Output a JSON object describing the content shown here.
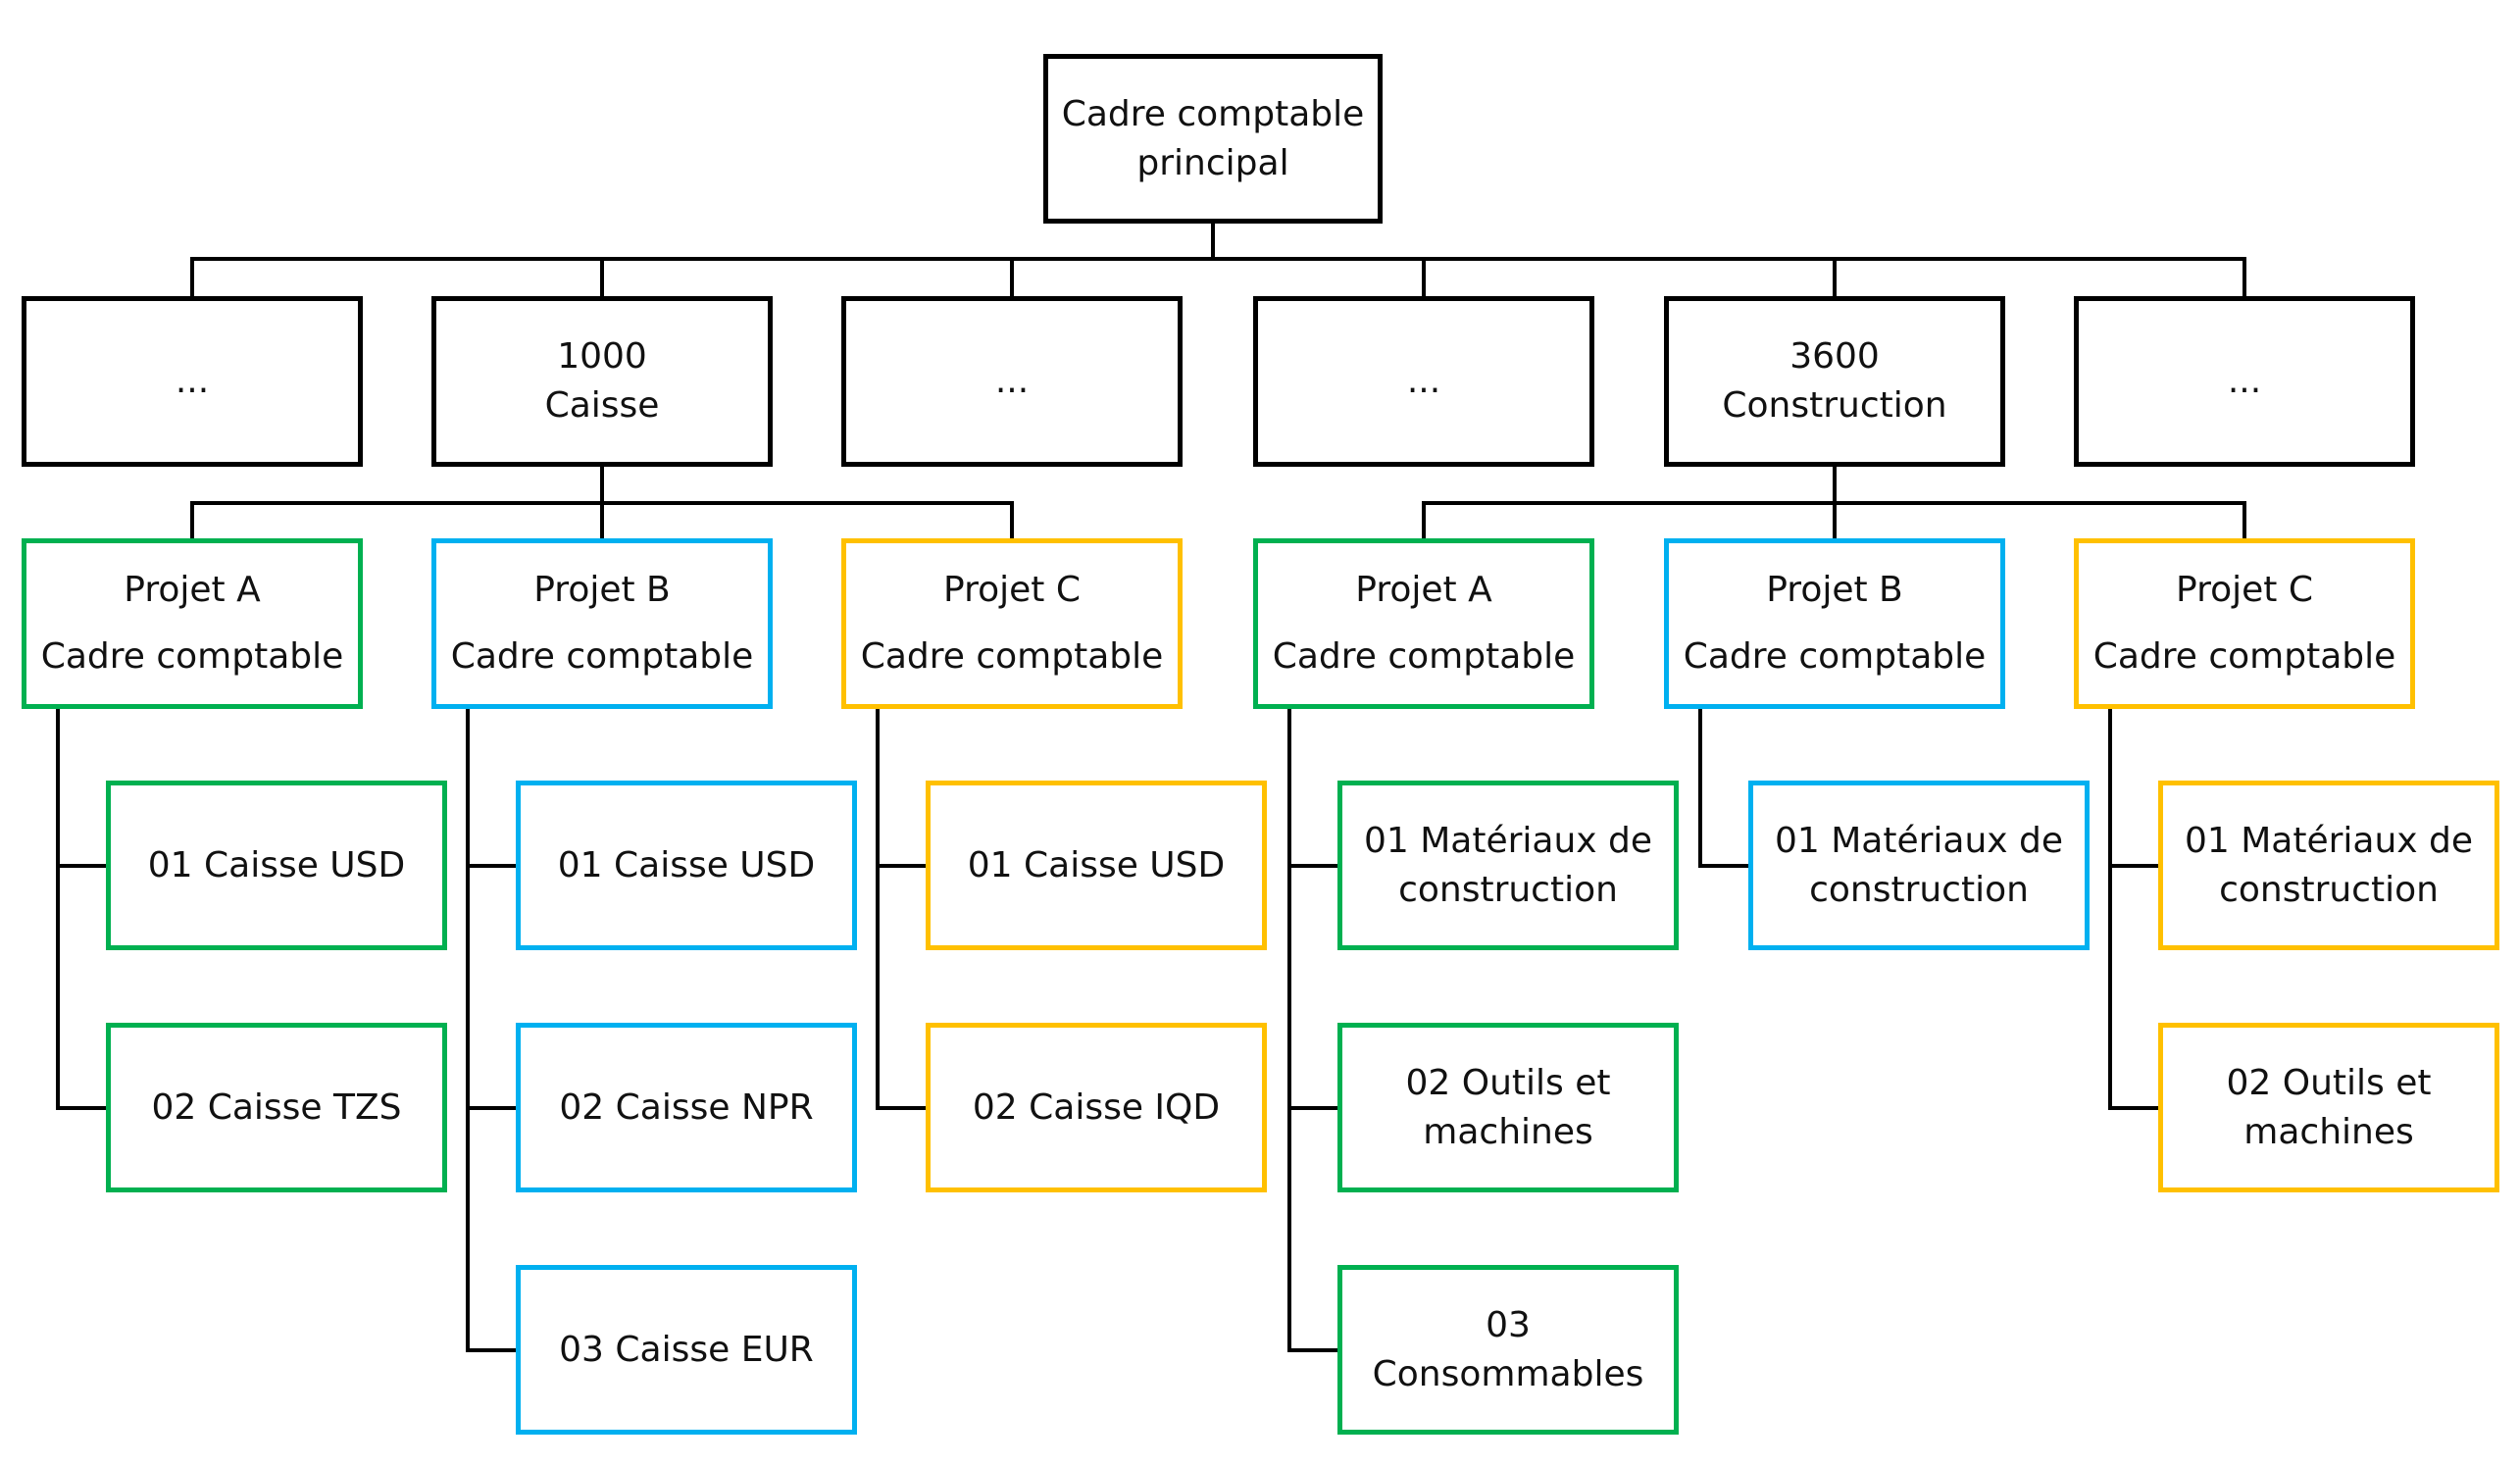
{
  "diagram": {
    "title": "Cadre comptable principal hierarchy",
    "colors": {
      "neutral": "#000000",
      "projet_a": "#00B050",
      "projet_b": "#00B0F0",
      "projet_c": "#FFC000"
    },
    "root": {
      "lines": [
        "Cadre comptable",
        "principal"
      ]
    },
    "accounts": [
      {
        "lines": [
          "..."
        ]
      },
      {
        "lines": [
          "1000",
          "Caisse"
        ],
        "projects": [
          {
            "color_key": "projet_a",
            "lines": [
              "Projet A",
              "Cadre comptable"
            ],
            "children": [
              {
                "lines": [
                  "01 Caisse USD"
                ]
              },
              {
                "lines": [
                  "02 Caisse TZS"
                ]
              }
            ]
          },
          {
            "color_key": "projet_b",
            "lines": [
              "Projet B",
              "Cadre comptable"
            ],
            "children": [
              {
                "lines": [
                  "01 Caisse USD"
                ]
              },
              {
                "lines": [
                  "02 Caisse NPR"
                ]
              },
              {
                "lines": [
                  "03 Caisse EUR"
                ]
              }
            ]
          },
          {
            "color_key": "projet_c",
            "lines": [
              "Projet C",
              "Cadre comptable"
            ],
            "children": [
              {
                "lines": [
                  "01 Caisse USD"
                ]
              },
              {
                "lines": [
                  "02 Caisse IQD"
                ]
              }
            ]
          }
        ]
      },
      {
        "lines": [
          "..."
        ]
      },
      {
        "lines": [
          "..."
        ]
      },
      {
        "lines": [
          "3600",
          "Construction"
        ],
        "projects": [
          {
            "color_key": "projet_a",
            "lines": [
              "Projet A",
              "Cadre comptable"
            ],
            "children": [
              {
                "lines": [
                  "01 Matériaux de",
                  "construction"
                ]
              },
              {
                "lines": [
                  "02 Outils et",
                  "machines"
                ]
              },
              {
                "lines": [
                  "03",
                  "Consommables"
                ]
              }
            ]
          },
          {
            "color_key": "projet_b",
            "lines": [
              "Projet B",
              "Cadre comptable"
            ],
            "children": [
              {
                "lines": [
                  "01 Matériaux de",
                  "construction"
                ]
              }
            ]
          },
          {
            "color_key": "projet_c",
            "lines": [
              "Projet C",
              "Cadre comptable"
            ],
            "children": [
              {
                "lines": [
                  "01 Matériaux de",
                  "construction"
                ]
              },
              {
                "lines": [
                  "02 Outils et",
                  "machines"
                ]
              }
            ]
          }
        ]
      },
      {
        "lines": [
          "..."
        ]
      }
    ]
  }
}
